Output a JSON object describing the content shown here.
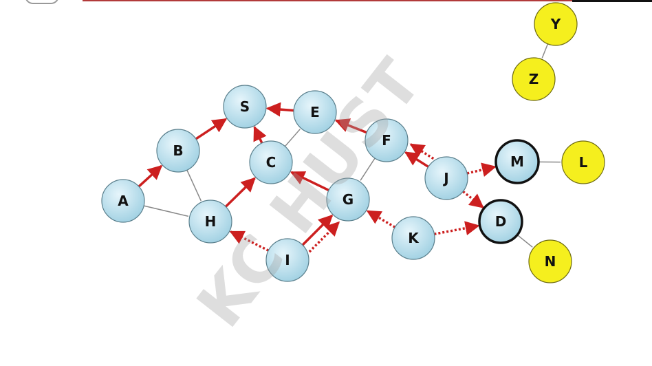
{
  "colors": {
    "node_fill": "#bfe3ef",
    "node_stroke": "#5a7f8c",
    "yellow_fill": "#f5ef1e",
    "yellow_stroke": "#6d6a10",
    "edge_plain": "#888888",
    "edge_red": "#cc1f1f",
    "highlight_stroke": "#111111"
  },
  "watermark": "KC HUST",
  "nodes": [
    {
      "id": "S",
      "label": "S",
      "kind": "blue"
    },
    {
      "id": "E",
      "label": "E",
      "kind": "blue"
    },
    {
      "id": "B",
      "label": "B",
      "kind": "blue"
    },
    {
      "id": "C",
      "label": "C",
      "kind": "blue"
    },
    {
      "id": "F",
      "label": "F",
      "kind": "blue"
    },
    {
      "id": "A",
      "label": "A",
      "kind": "blue"
    },
    {
      "id": "H",
      "label": "H",
      "kind": "blue"
    },
    {
      "id": "G",
      "label": "G",
      "kind": "blue"
    },
    {
      "id": "J",
      "label": "J",
      "kind": "blue"
    },
    {
      "id": "I",
      "label": "I",
      "kind": "blue"
    },
    {
      "id": "K",
      "label": "K",
      "kind": "blue"
    },
    {
      "id": "M",
      "label": "M",
      "kind": "blue-bold"
    },
    {
      "id": "D",
      "label": "D",
      "kind": "blue-bold"
    },
    {
      "id": "Y",
      "label": "Y",
      "kind": "yellow"
    },
    {
      "id": "Z",
      "label": "Z",
      "kind": "yellow"
    },
    {
      "id": "L",
      "label": "L",
      "kind": "yellow"
    },
    {
      "id": "N",
      "label": "N",
      "kind": "yellow"
    }
  ],
  "edges": [
    {
      "from": "A",
      "to": "B",
      "style": "solid-arrow"
    },
    {
      "from": "B",
      "to": "S",
      "style": "solid-arrow"
    },
    {
      "from": "E",
      "to": "S",
      "style": "solid-arrow"
    },
    {
      "from": "C",
      "to": "S",
      "style": "solid-arrow"
    },
    {
      "from": "F",
      "to": "E",
      "style": "solid-arrow"
    },
    {
      "from": "H",
      "to": "C",
      "style": "solid-arrow"
    },
    {
      "from": "G",
      "to": "C",
      "style": "solid-arrow"
    },
    {
      "from": "I",
      "to": "G",
      "style": "solid-arrow"
    },
    {
      "from": "K",
      "to": "G",
      "style": "dotted-arrow"
    },
    {
      "from": "I",
      "to": "G",
      "style": "dotted-arrow"
    },
    {
      "from": "I",
      "to": "H",
      "style": "dotted-arrow"
    },
    {
      "from": "J",
      "to": "F",
      "style": "solid-arrow"
    },
    {
      "from": "J",
      "to": "F",
      "style": "dotted-arrow"
    },
    {
      "from": "J",
      "to": "M",
      "style": "dotted-arrow"
    },
    {
      "from": "J",
      "to": "D",
      "style": "dotted-arrow"
    },
    {
      "from": "K",
      "to": "D",
      "style": "dotted-arrow"
    },
    {
      "from": "A",
      "to": "H",
      "style": "plain"
    },
    {
      "from": "B",
      "to": "H",
      "style": "plain"
    },
    {
      "from": "C",
      "to": "E",
      "style": "plain"
    },
    {
      "from": "F",
      "to": "G",
      "style": "plain"
    },
    {
      "from": "M",
      "to": "L",
      "style": "plain"
    },
    {
      "from": "D",
      "to": "N",
      "style": "plain"
    },
    {
      "from": "Y",
      "to": "Z",
      "style": "plain"
    }
  ]
}
